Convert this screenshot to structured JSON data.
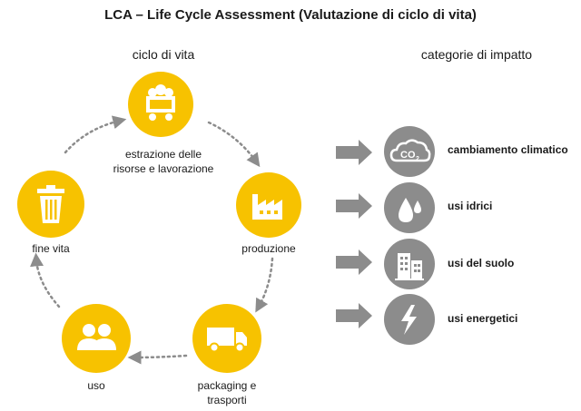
{
  "title": "LCA – Life Cycle Assessment (Valutazione di ciclo di vita)",
  "lifecycle": {
    "heading": "ciclo di vita",
    "steps": [
      {
        "label": "estrazione delle\nrisorse e lavorazione",
        "icon": "mining-cart-icon"
      },
      {
        "label": "produzione",
        "icon": "factory-icon"
      },
      {
        "label": "packaging e\ntrasporti",
        "icon": "truck-icon"
      },
      {
        "label": "uso",
        "icon": "users-icon"
      },
      {
        "label": "fine vita",
        "icon": "trash-bin-icon"
      }
    ]
  },
  "impacts": {
    "heading": "categorie di impatto",
    "categories": [
      {
        "label": "cambiamento climatico",
        "icon": "co2-cloud-icon",
        "icon_text": "CO",
        "icon_sub": "2"
      },
      {
        "label": "usi idrici",
        "icon": "water-drops-icon"
      },
      {
        "label": "usi del suolo",
        "icon": "buildings-icon"
      },
      {
        "label": "usi energetici",
        "icon": "lightning-icon"
      }
    ]
  },
  "colors": {
    "accent": "#f7c200",
    "icon_gray": "#8c8c8c",
    "arrow": "#8c8c8c",
    "dots": "#8c8c8c"
  }
}
